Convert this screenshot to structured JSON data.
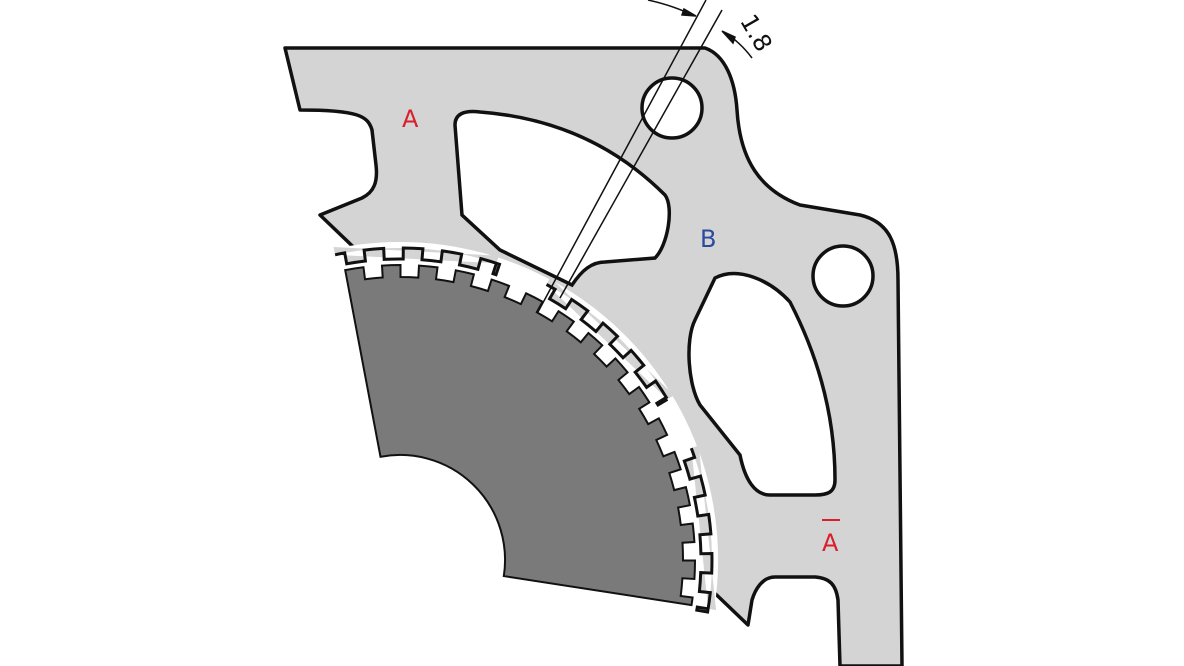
{
  "labels": {
    "pole_a": "A",
    "pole_b": "B",
    "pole_a_bar": "A",
    "dimension": "1.8"
  },
  "colors": {
    "stator": "#d4d4d4",
    "rotor": "#7a7a7a",
    "label_a": "#d8202c",
    "label_b": "#2b4aa0",
    "outline": "#111111"
  }
}
